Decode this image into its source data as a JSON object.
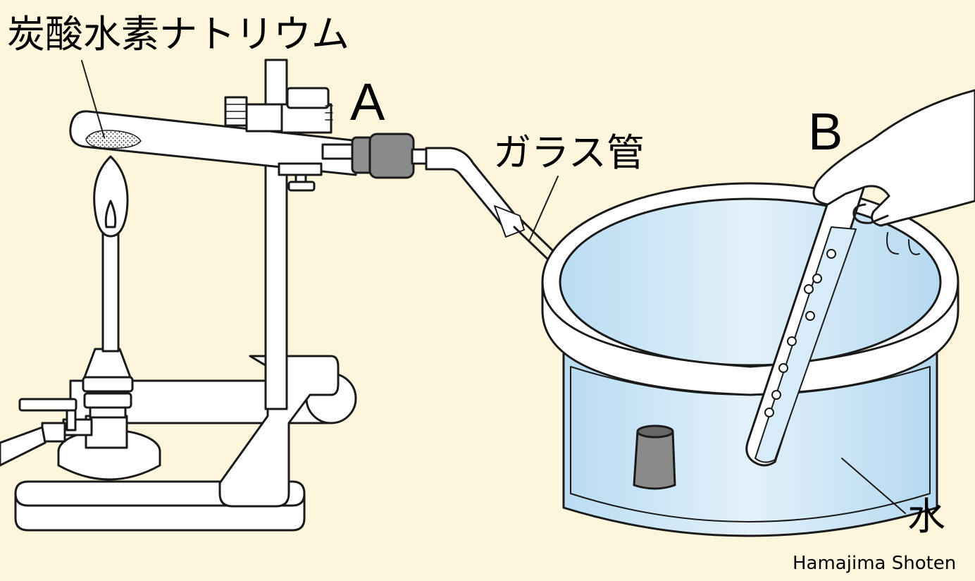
{
  "labels": {
    "chemical": "炭酸水素ナトリウム",
    "point_a": "A",
    "point_b": "B",
    "glass_tube": "ガラス管",
    "water": "水"
  },
  "credit": "Hamajima Shoten",
  "colors": {
    "background": "#fdf5dc",
    "water": "#cfe6f5",
    "stopper": "#8a8a8a",
    "outline": "#1a1a1a"
  }
}
